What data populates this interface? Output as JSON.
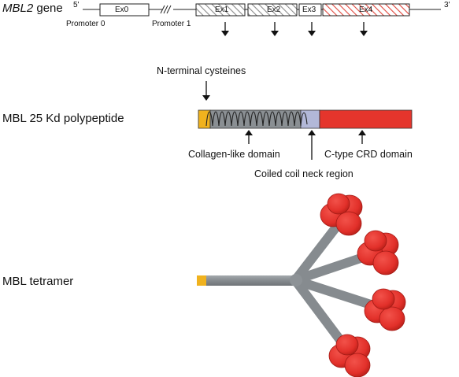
{
  "gene": {
    "name": "MBL2",
    "name_suffix": " gene",
    "end5": "5'",
    "end3": "3'",
    "exons": [
      {
        "label": "Ex0"
      },
      {
        "label": "Ex1"
      },
      {
        "label": "Ex2"
      },
      {
        "label": "Ex3"
      },
      {
        "label": "Ex4"
      }
    ],
    "promoters": [
      "Promoter 0",
      "Promoter 1"
    ]
  },
  "polypeptide": {
    "title": "MBL 25 Kd polypeptide",
    "n_terminal": "N-terminal cysteines",
    "collagen": "Collagen-like domain",
    "neck": "Coiled coil neck region",
    "crd": "C-type CRD domain"
  },
  "tetramer": {
    "title": "MBL tetramer"
  },
  "colors": {
    "gold": "#f0b21e",
    "gray_rod": "#8a8f93",
    "neck_blue": "#b2b8d8",
    "crd_red": "#e5352c",
    "crd_dark": "#b01d18",
    "ex4_hatch": "#e0463c",
    "gray_hatch": "#9a9a9a"
  }
}
